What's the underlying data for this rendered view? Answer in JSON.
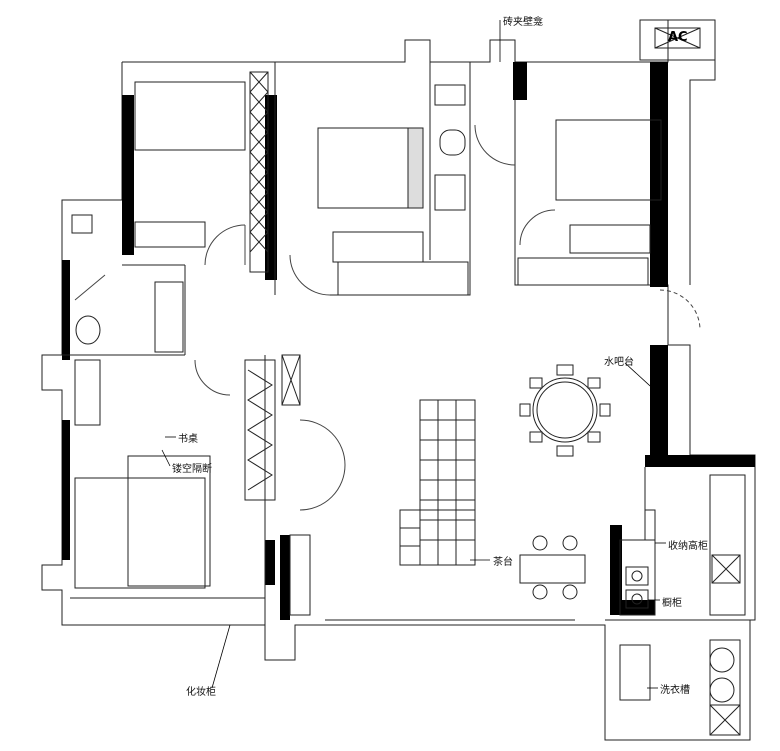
{
  "plan": {
    "labels": {
      "niche": "砖夹壁龛",
      "ac": "AC",
      "water_bar": "水吧台",
      "desk": "书桌",
      "hollow_partition": "镂空隔断",
      "tall_storage": "收纳高柜",
      "tea_table": "茶台",
      "kitchen_cabinet": "橱柜",
      "dresser": "化妆柜",
      "laundry_sink": "洗衣槽"
    },
    "colors": {
      "wall": "#000000",
      "line": "#222222",
      "background": "#ffffff"
    }
  }
}
